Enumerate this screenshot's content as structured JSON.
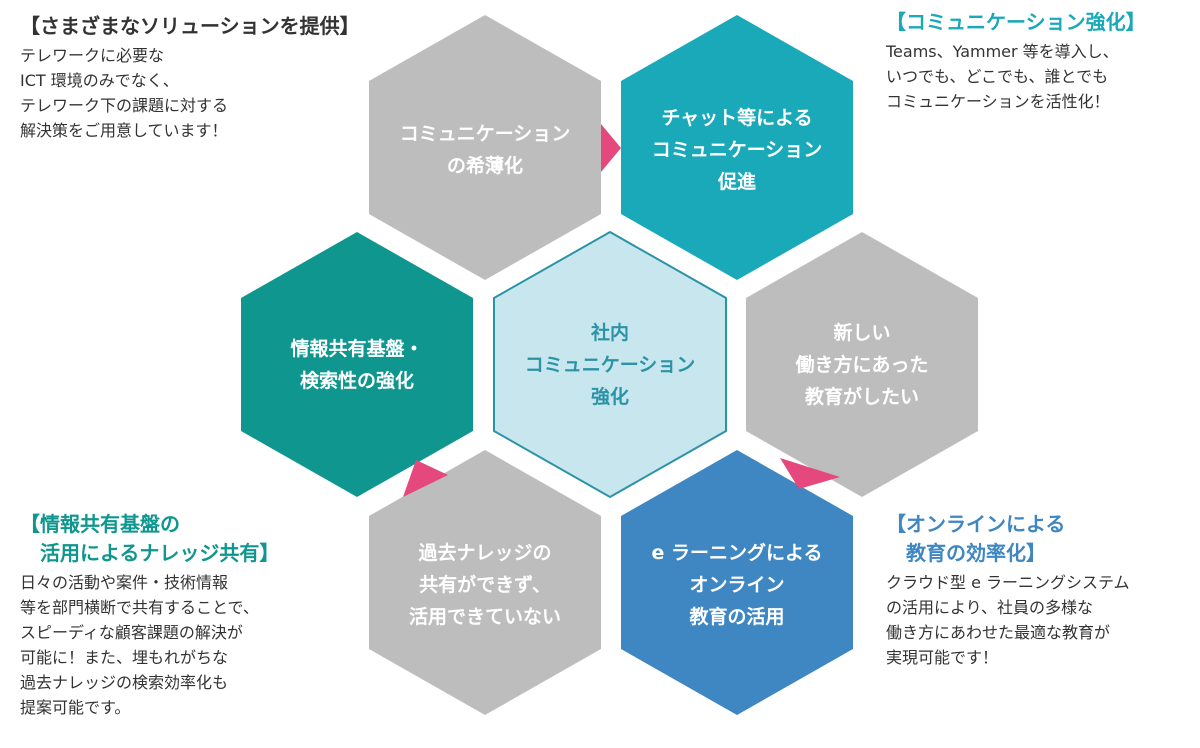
{
  "colors": {
    "gray": "#bdbdbd",
    "dark_teal": "#0f968f",
    "teal": "#1aa9b9",
    "light_blue": "#c7e6ee",
    "blue": "#3f87c2",
    "pink": "#e4487d",
    "white_text": "#ffffff",
    "center_text": "#2b93a6",
    "title_dark": "#333333",
    "title_teal": "#1aa9b9",
    "title_green": "#0f968f",
    "title_blue": "#3f87c2"
  },
  "hexagons": {
    "top_left": {
      "label": "コミュニケーション\nの希薄化"
    },
    "top_right": {
      "label": "チャット等による\nコミュニケーション\n促進"
    },
    "center": {
      "label": "社内\nコミュニケーション\n強化"
    },
    "mid_left": {
      "label": "情報共有基盤・\n検索性の強化"
    },
    "mid_right": {
      "label": "新しい\n働き方にあった\n教育がしたい"
    },
    "bottom_left": {
      "label": "過去ナレッジの\n共有ができず、\n活用できていない"
    },
    "bottom_right": {
      "label": "e ラーニングによる\nオンライン\n教育の活用"
    }
  },
  "notes": {
    "top_left": {
      "title": "【さまざまなソリューションを提供】",
      "body": "テレワークに必要な\nICT 環境のみでなく、\nテレワーク下の課題に対する\n解決策をご用意しています！"
    },
    "top_right": {
      "title": "【コミュニケーション強化】",
      "body": "Teams、Yammer 等を導入し、\nいつでも、どこでも、誰とでも\nコミュニケーションを活性化！"
    },
    "bottom_left": {
      "title": "【情報共有基盤の\n　活用によるナレッジ共有】",
      "body": "日々の活動や案件・技術情報\n等を部門横断で共有することで、\nスピーディな顧客課題の解決が\n可能に！また、埋もれがちな\n過去ナレッジの検索効率化も\n提案可能です。"
    },
    "bottom_right": {
      "title": "【オンラインによる\n　教育の効率化】",
      "body": "クラウド型 e ラーニングシステム\nの活用により、社員の多様な\n働き方にあわせた最適な教育が\n実現可能です！"
    }
  }
}
